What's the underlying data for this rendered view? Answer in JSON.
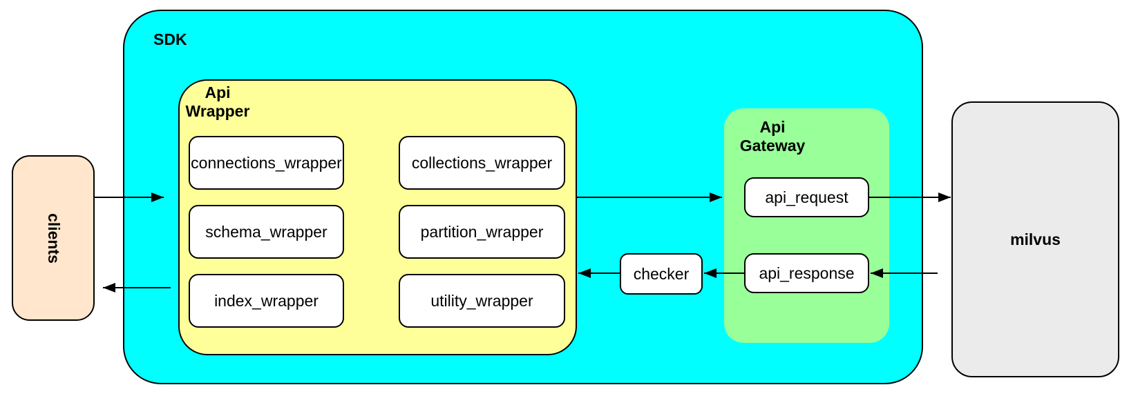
{
  "diagram": {
    "clients": {
      "label": "clients",
      "fill": "#ffe6cc"
    },
    "sdk": {
      "label": "SDK",
      "fill": "#00ffff"
    },
    "api_wrapper": {
      "label": "Api\nWrapper",
      "fill": "#ffff99",
      "modules": [
        {
          "label": "connections_wrapper"
        },
        {
          "label": "collections_wrapper"
        },
        {
          "label": "schema_wrapper"
        },
        {
          "label": "partition_wrapper"
        },
        {
          "label": "index_wrapper"
        },
        {
          "label": "utility_wrapper"
        }
      ]
    },
    "checker": {
      "label": "checker",
      "fill": "#ffffff"
    },
    "api_gateway": {
      "label": "Api\nGateway",
      "fill": "#99ff99",
      "modules": [
        {
          "label": "api_request"
        },
        {
          "label": "api_response"
        }
      ]
    },
    "milvus": {
      "label": "milvus",
      "fill": "#ebebeb"
    },
    "module_fill": "#ffffff",
    "stroke_color": "#000000",
    "edges": [
      {
        "from": "clients",
        "to": "sdk"
      },
      {
        "from": "api_wrapper",
        "to": "api_gateway"
      },
      {
        "from": "api_request",
        "to": "milvus"
      },
      {
        "from": "milvus",
        "to": "api_response"
      },
      {
        "from": "api_response",
        "to": "checker"
      },
      {
        "from": "checker",
        "to": "api_wrapper"
      },
      {
        "from": "sdk",
        "to": "clients"
      }
    ]
  }
}
